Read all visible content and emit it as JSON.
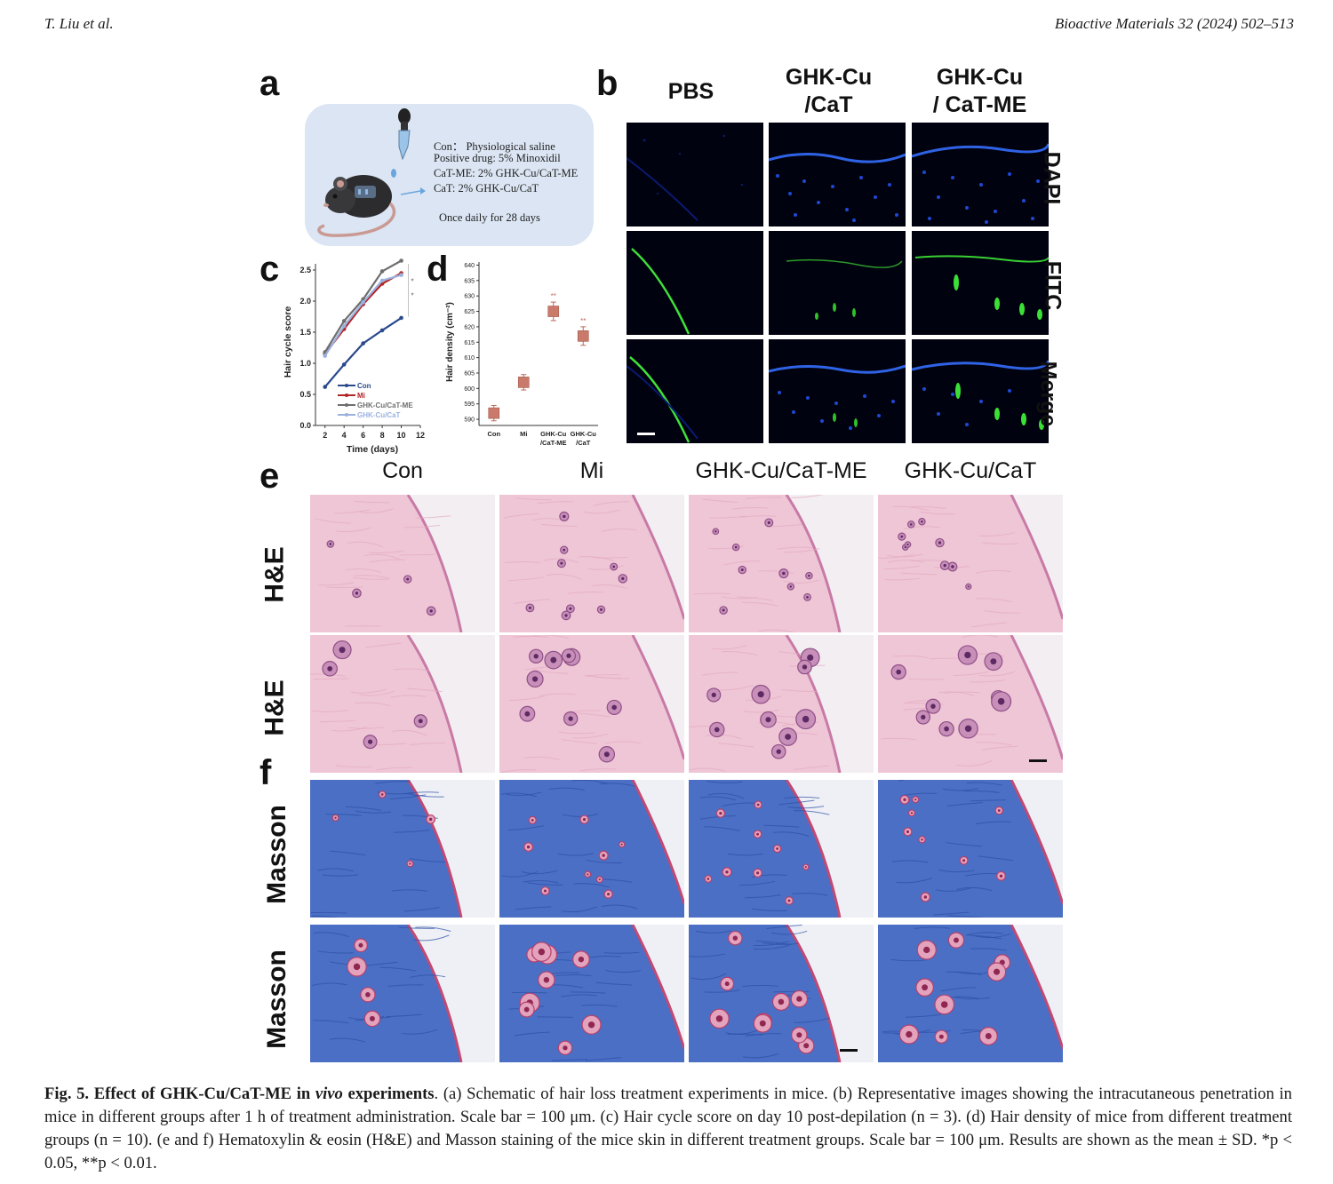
{
  "header": {
    "left": "T. Liu et al.",
    "right": "Bioactive Materials 32 (2024) 502–513"
  },
  "panels": {
    "a": "a",
    "b": "b",
    "c": "c",
    "d": "d",
    "e": "e",
    "f": "f"
  },
  "scheme": {
    "lines": [
      "Con： Physiological saline",
      "Positive drug: 5% Minoxidil",
      "CaT-ME: 2% GHK-Cu/CaT-ME",
      "CaT: 2% GHK-Cu/CaT"
    ],
    "note": "Once daily for 28 days"
  },
  "fluorescence": {
    "columns": [
      {
        "line1": "PBS",
        "line2": ""
      },
      {
        "line1": "GHK-Cu",
        "line2": "/CaT"
      },
      {
        "line1": "GHK-Cu",
        "line2": "/ CaT-ME"
      }
    ],
    "rows": [
      "DAPI",
      "FITC",
      "Merge"
    ]
  },
  "histology": {
    "columns": [
      "Con",
      "Mi",
      "GHK-Cu/CaT-ME",
      "GHK-Cu/CaT"
    ],
    "rows": [
      "H&E",
      "H&E",
      "Masson",
      "Masson"
    ]
  },
  "chart_data": [
    {
      "type": "line",
      "xlabel": "Time (days)",
      "ylabel": "Hair cycle score",
      "x": [
        2,
        4,
        6,
        8,
        10
      ],
      "xticks": [
        "2",
        "4",
        "6",
        "8",
        "10",
        "12"
      ],
      "yticks": [
        "0.0",
        "0.5",
        "1.0",
        "1.5",
        "2.0",
        "2.5"
      ],
      "ylim": [
        0,
        2.6
      ],
      "xlim": [
        1,
        12
      ],
      "series": [
        {
          "name": "Con",
          "color": "#2a4a8c",
          "values": [
            0.62,
            0.98,
            1.32,
            1.53,
            1.73
          ]
        },
        {
          "name": "Mi",
          "color": "#b32424",
          "values": [
            1.15,
            1.55,
            1.95,
            2.28,
            2.45
          ]
        },
        {
          "name": "GHK-Cu/CaT-ME",
          "color": "#6e6e6e",
          "values": [
            1.18,
            1.68,
            2.03,
            2.48,
            2.65
          ]
        },
        {
          "name": "GHK-Cu/CaT",
          "color": "#9ab1e0",
          "values": [
            1.12,
            1.6,
            1.98,
            2.33,
            2.42
          ]
        }
      ],
      "annotations": [
        "*",
        "*"
      ]
    },
    {
      "type": "scatter",
      "ylabel": "Hair density (cm⁻²)",
      "categories": [
        "Con",
        "Mi",
        "GHK-Cu\n/CaT-ME",
        "GHK-Cu\n/CaT"
      ],
      "values": [
        592,
        602,
        625,
        617
      ],
      "errors": [
        2.5,
        2.5,
        3,
        3
      ],
      "yticks": [
        "590",
        "595",
        "600",
        "605",
        "610",
        "615",
        "620",
        "625",
        "630",
        "635",
        "640"
      ],
      "ylim": [
        588,
        641
      ],
      "significance": [
        "",
        "",
        "**",
        "**"
      ],
      "marker_color": "#c97a6b"
    }
  ],
  "caption": {
    "figlabel": "Fig. 5.",
    "title_pre": "Effect of GHK-Cu/CaT-ME in ",
    "title_italic": "vivo",
    "title_post": " experiments",
    "body": ". (a) Schematic of hair loss treatment experiments in mice. (b) Representative images showing the intracutaneous penetration in mice in different groups after 1 h of treatment administration. Scale bar = 100 μm. (c) Hair cycle score on day 10 post-depilation (n = 3). (d) Hair density of mice from different treatment groups (n = 10). (e and f) Hematoxylin & eosin (H&E) and Masson staining of the mice skin in different treatment groups. Scale bar = 100 μm. Results are shown as the mean ± SD. *p < 0.05, **p < 0.01."
  }
}
